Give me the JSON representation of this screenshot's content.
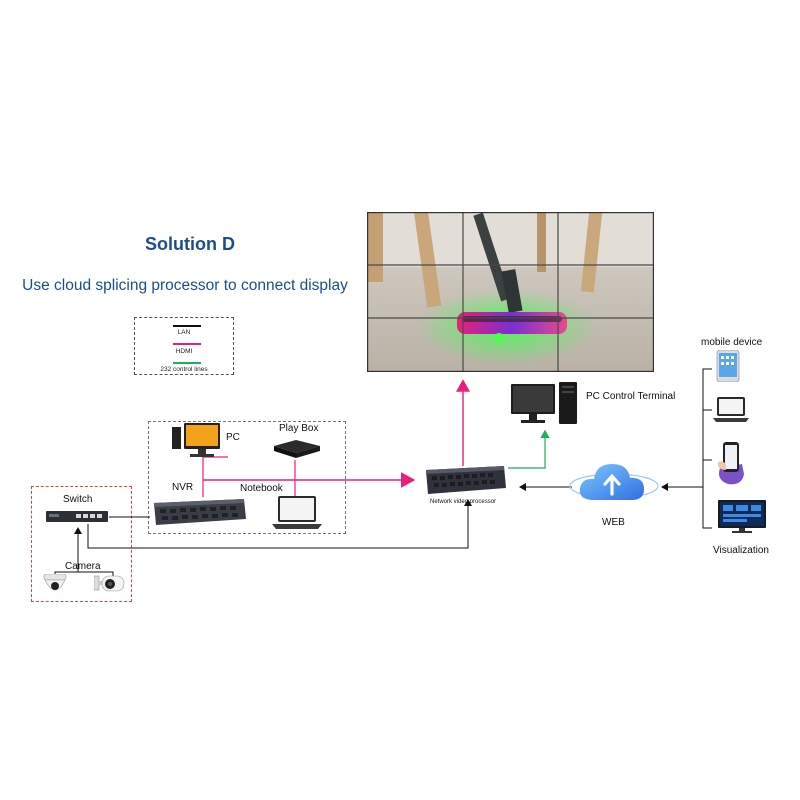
{
  "title": "Solution D",
  "subtitle": "Use cloud splicing processor to connect display",
  "legend": {
    "lan": "LAN",
    "hdmi": "HDMI",
    "control": "232 control lines"
  },
  "labels": {
    "pc": "PC",
    "play_box": "Play Box",
    "nvr": "NVR",
    "notebook": "Notebook",
    "switch": "Switch",
    "camera": "Camera",
    "processor": "Network video processor",
    "pc_terminal": "PC Control Terminal",
    "web": "WEB",
    "mobile_device": "mobile device",
    "visualization": "Visualization"
  },
  "colors": {
    "title": "#1a4f8c",
    "hdmi": "#e8207a",
    "control": "#1fae5a",
    "lan": "#111111",
    "red_dash": "#d9463a"
  }
}
